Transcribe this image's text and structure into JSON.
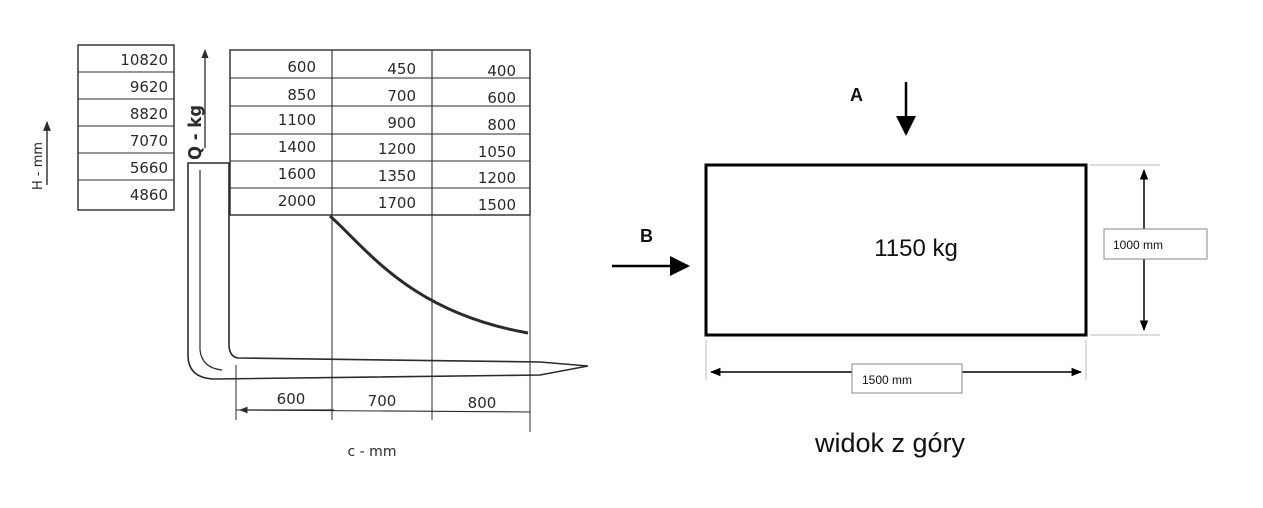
{
  "left_diagram": {
    "h_label": "H - mm",
    "q_label": "Q - kg",
    "c_label": "c - mm",
    "heights": [
      "10820",
      "9620",
      "8820",
      "7070",
      "5660",
      "4860"
    ],
    "load_table": [
      [
        "600",
        "450",
        "400"
      ],
      [
        "850",
        "700",
        "600"
      ],
      [
        "1100",
        "900",
        "800"
      ],
      [
        "1400",
        "1200",
        "1050"
      ],
      [
        "1600",
        "1350",
        "1200"
      ],
      [
        "2000",
        "1700",
        "1500"
      ]
    ],
    "c_values": [
      "600",
      "700",
      "800"
    ]
  },
  "right_diagram": {
    "arrow_a_label": "A",
    "arrow_b_label": "B",
    "mass_label": "1150 kg",
    "height_dim_label": "1000 mm",
    "width_dim_label": "1500 mm",
    "caption": "widok z góry"
  }
}
